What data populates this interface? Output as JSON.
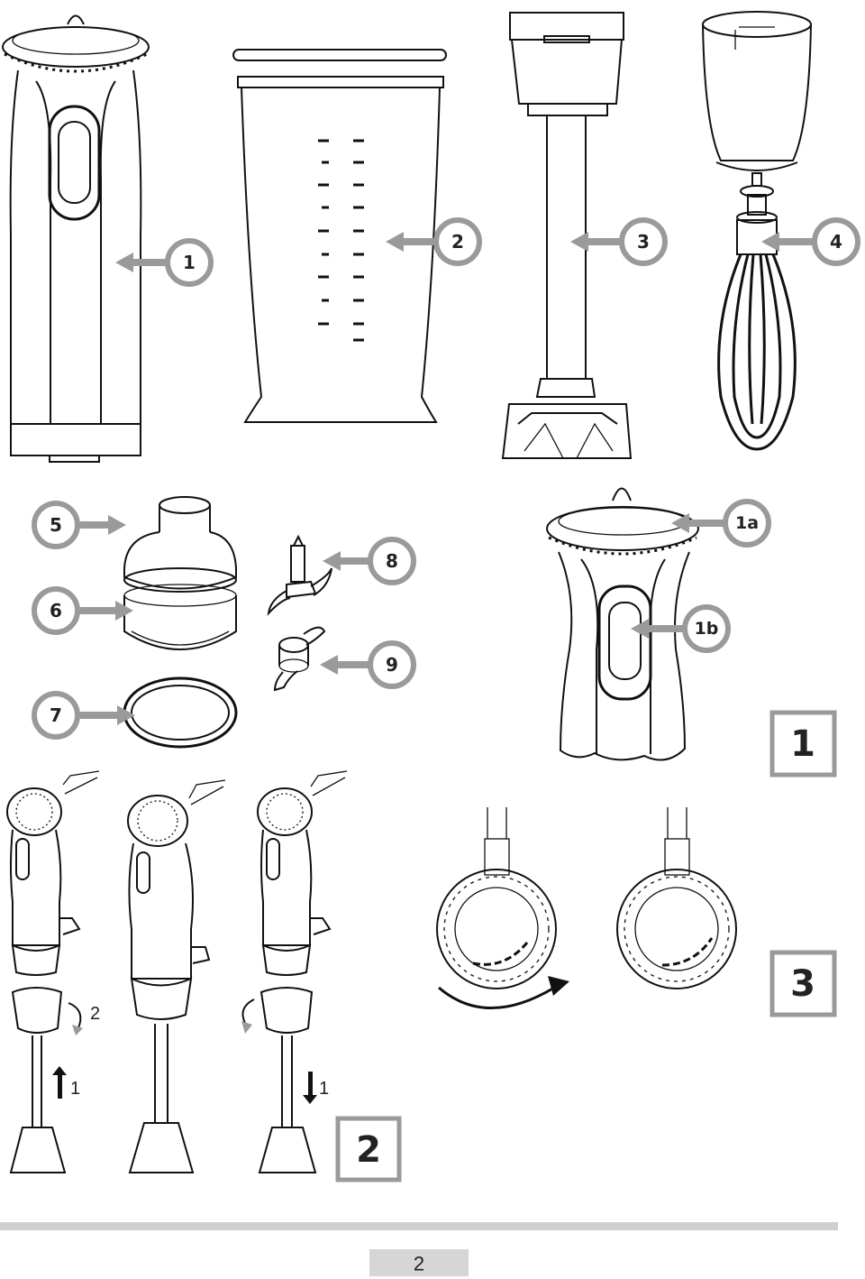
{
  "callouts": [
    "1",
    "2",
    "3",
    "4",
    "5",
    "6",
    "7",
    "8",
    "9",
    "1a",
    "1b"
  ],
  "figures": [
    "1",
    "2",
    "3"
  ],
  "steps": {
    "fig2_left_turn": "2",
    "fig2_left_push": "1",
    "fig2_right_pull": "1"
  },
  "page_number": "2",
  "colors": {
    "callout_gray": "#9a9a9a",
    "line": "#111111",
    "footer_bar": "#cfcfcf"
  }
}
